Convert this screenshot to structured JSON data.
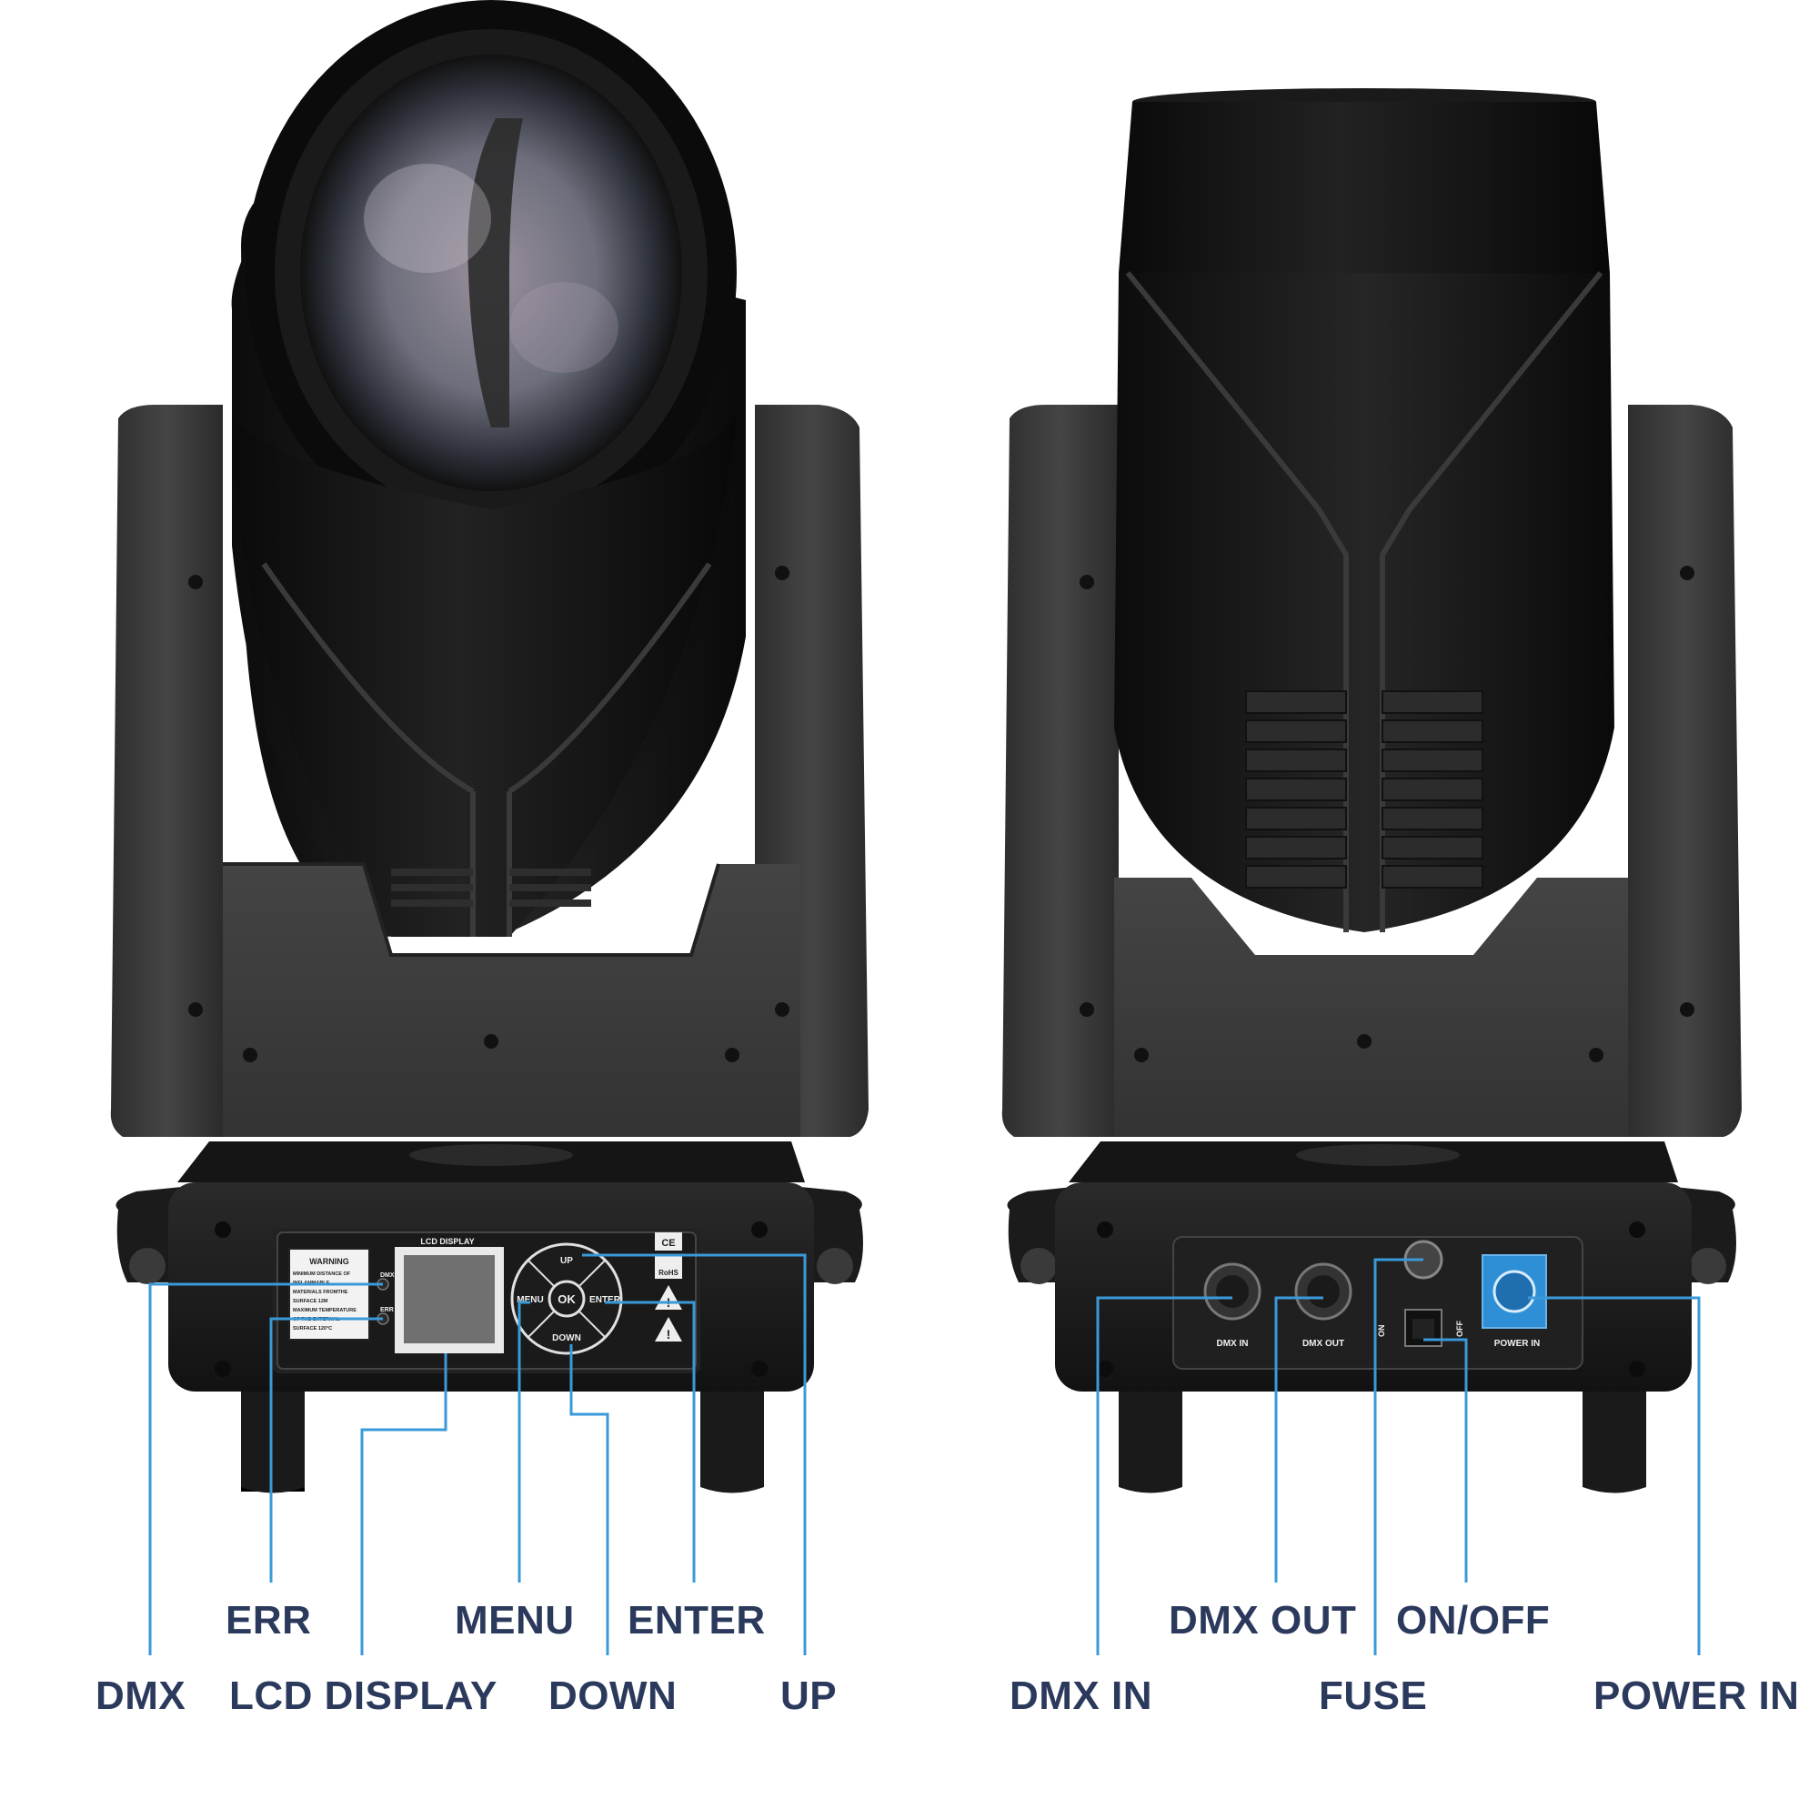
{
  "colors": {
    "leader": "#3a9ad9",
    "label": "#2b3a5c",
    "body_dark": "#141414",
    "body_mid": "#2a2a2a",
    "arm": "#3a3a3a",
    "panel": "#d9d9d9",
    "power_in": "#2f8fd6"
  },
  "callouts": {
    "dmx": "DMX",
    "err": "ERR",
    "lcd_display": "LCD DISPLAY",
    "menu": "MENU",
    "down": "DOWN",
    "enter": "ENTER",
    "up": "UP",
    "dmx_in": "DMX IN",
    "dmx_out": "DMX OUT",
    "fuse": "FUSE",
    "on_off": "ON/OFF",
    "power_in": "POWER IN"
  },
  "front_panel": {
    "warning_title": "WARNING",
    "warning_lines": [
      "MINIMUM DISTANCE OF",
      "INFLAMMABLE",
      "MATERIALS FROMTHE",
      "SURFACE 12M",
      "MAXIMUM TEMPERATURE",
      "OF THE EXTERNAL",
      "SURFACE 120°C"
    ],
    "led_dmx": "DMX",
    "led_err": "ERR",
    "lcd_title": "LCD DISPLAY",
    "btn_up": "UP",
    "btn_down": "DOWN",
    "btn_menu": "MENU",
    "btn_enter": "ENTER",
    "btn_ok": "OK",
    "mark_ce": "CE",
    "mark_rohs": "RoHS"
  },
  "rear_panel": {
    "dmx_in": "DMX IN",
    "dmx_out": "DMX OUT",
    "power_in": "POWER IN",
    "switch_on": "ON",
    "switch_off": "OFF"
  }
}
